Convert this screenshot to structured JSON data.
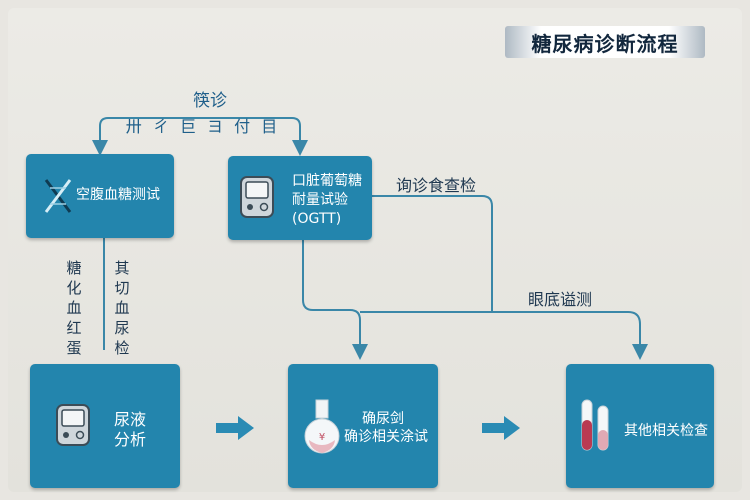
{
  "title": "糖尿病诊断流程",
  "top": {
    "label": "筷诊",
    "strike_text": "卅 ㄔ 巨 ヨ 付 目"
  },
  "cards": {
    "fasting": "空腹血糖测试",
    "ogtt": [
      "口脏葡萄糖",
      "耐量试验",
      "(OGTT)"
    ],
    "urine": [
      "尿液",
      "分析"
    ],
    "confirm": [
      "确尿剑",
      "确诊相关涂试"
    ],
    "other": "其他相关检查"
  },
  "side_labels": {
    "left": [
      "糖",
      "化",
      "血",
      "红",
      "蛋"
    ],
    "right": [
      "其",
      "切",
      "血",
      "尿",
      "检"
    ]
  },
  "flow_labels": {
    "diet": "询诊食查检",
    "fundus": "眼底谥测"
  },
  "colors": {
    "card": "#2385ad",
    "line": "#3a87a8",
    "text": "#1f3850"
  },
  "icons": {
    "fasting": "dna-x-icon",
    "ogtt": "glucose-meter-icon",
    "urine": "glucose-meter-icon",
    "confirm": "flask-icon",
    "other": "test-tubes-icon"
  }
}
